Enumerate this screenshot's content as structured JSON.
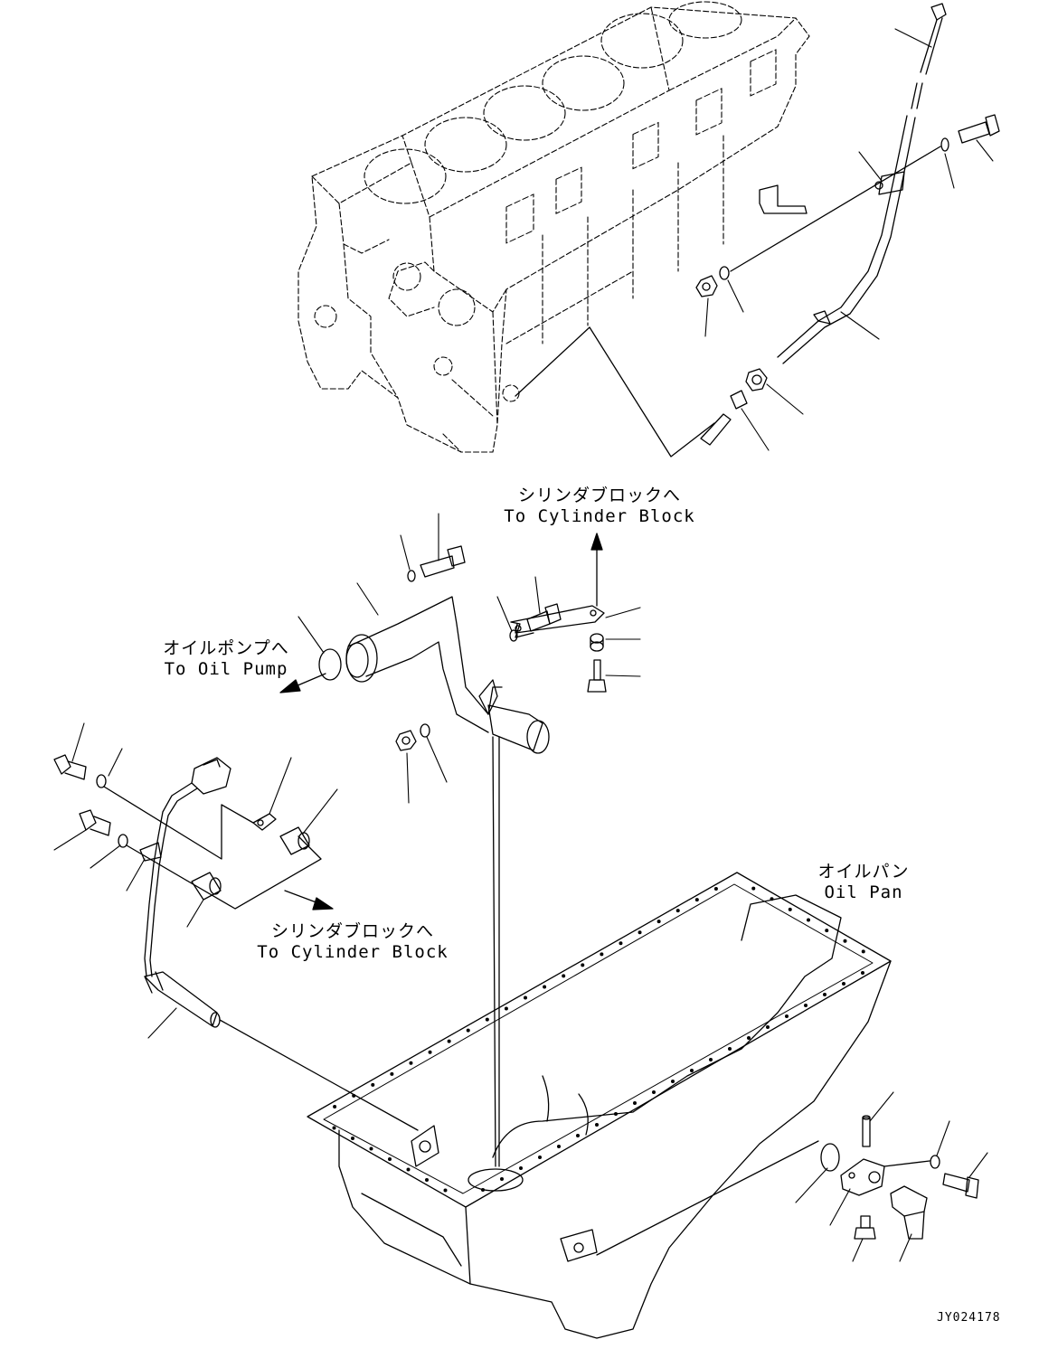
{
  "labels": {
    "to_cylinder_block_top": {
      "jp": "シリンダブロックへ",
      "en": "To Cylinder Block"
    },
    "to_oil_pump": {
      "jp": "オイルポンプへ",
      "en": "To Oil Pump"
    },
    "to_cylinder_block_mid": {
      "jp": "シリンダブロックへ",
      "en": "To Cylinder Block"
    },
    "oil_pan": {
      "jp": "オイルパン",
      "en": "Oil Pan"
    }
  },
  "drawing_code": "JY024178",
  "colors": {
    "line": "#000000",
    "background": "#ffffff"
  }
}
